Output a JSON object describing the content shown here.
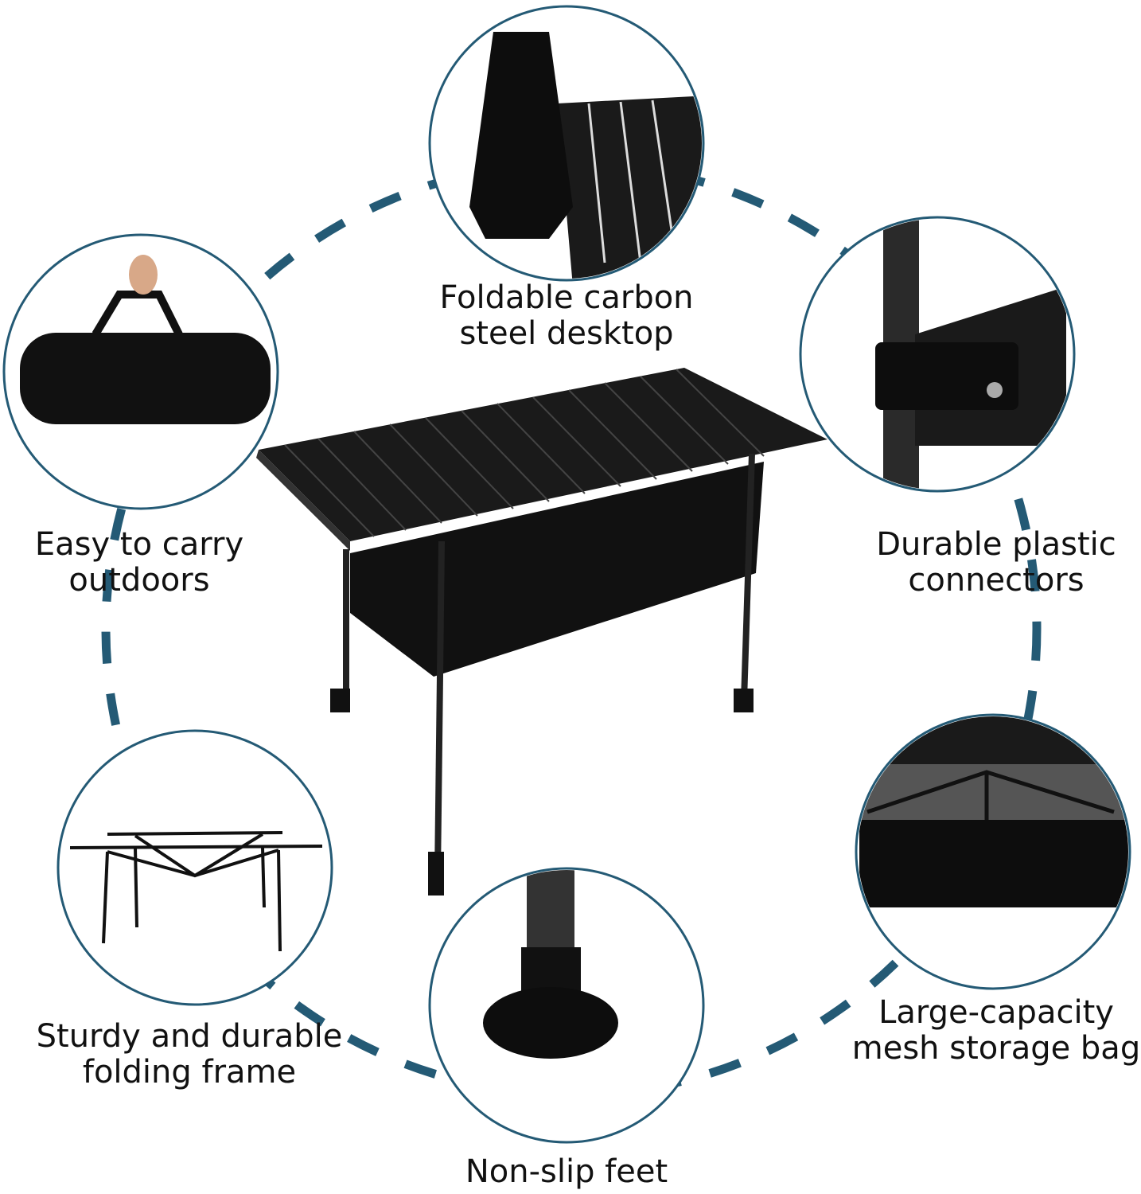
{
  "colors": {
    "accent": "#245a75",
    "product": "#151515"
  },
  "features": [
    {
      "id": "desktop",
      "line1": "Foldable carbon",
      "line2": "steel desktop",
      "icon": "table-top-roll-icon"
    },
    {
      "id": "carry",
      "line1": "Easy to carry",
      "line2": "outdoors",
      "icon": "carry-bag-icon"
    },
    {
      "id": "connectors",
      "line1": "Durable plastic",
      "line2": "connectors",
      "icon": "plastic-connector-icon"
    },
    {
      "id": "frame",
      "line1": "Sturdy and durable",
      "line2": "folding frame",
      "icon": "folding-frame-icon"
    },
    {
      "id": "feet",
      "line1": "Non-slip feet",
      "line2": "",
      "icon": "foot-pad-icon"
    },
    {
      "id": "bag",
      "line1": "Large-capacity",
      "line2": "mesh storage bag",
      "icon": "mesh-bag-icon"
    }
  ]
}
